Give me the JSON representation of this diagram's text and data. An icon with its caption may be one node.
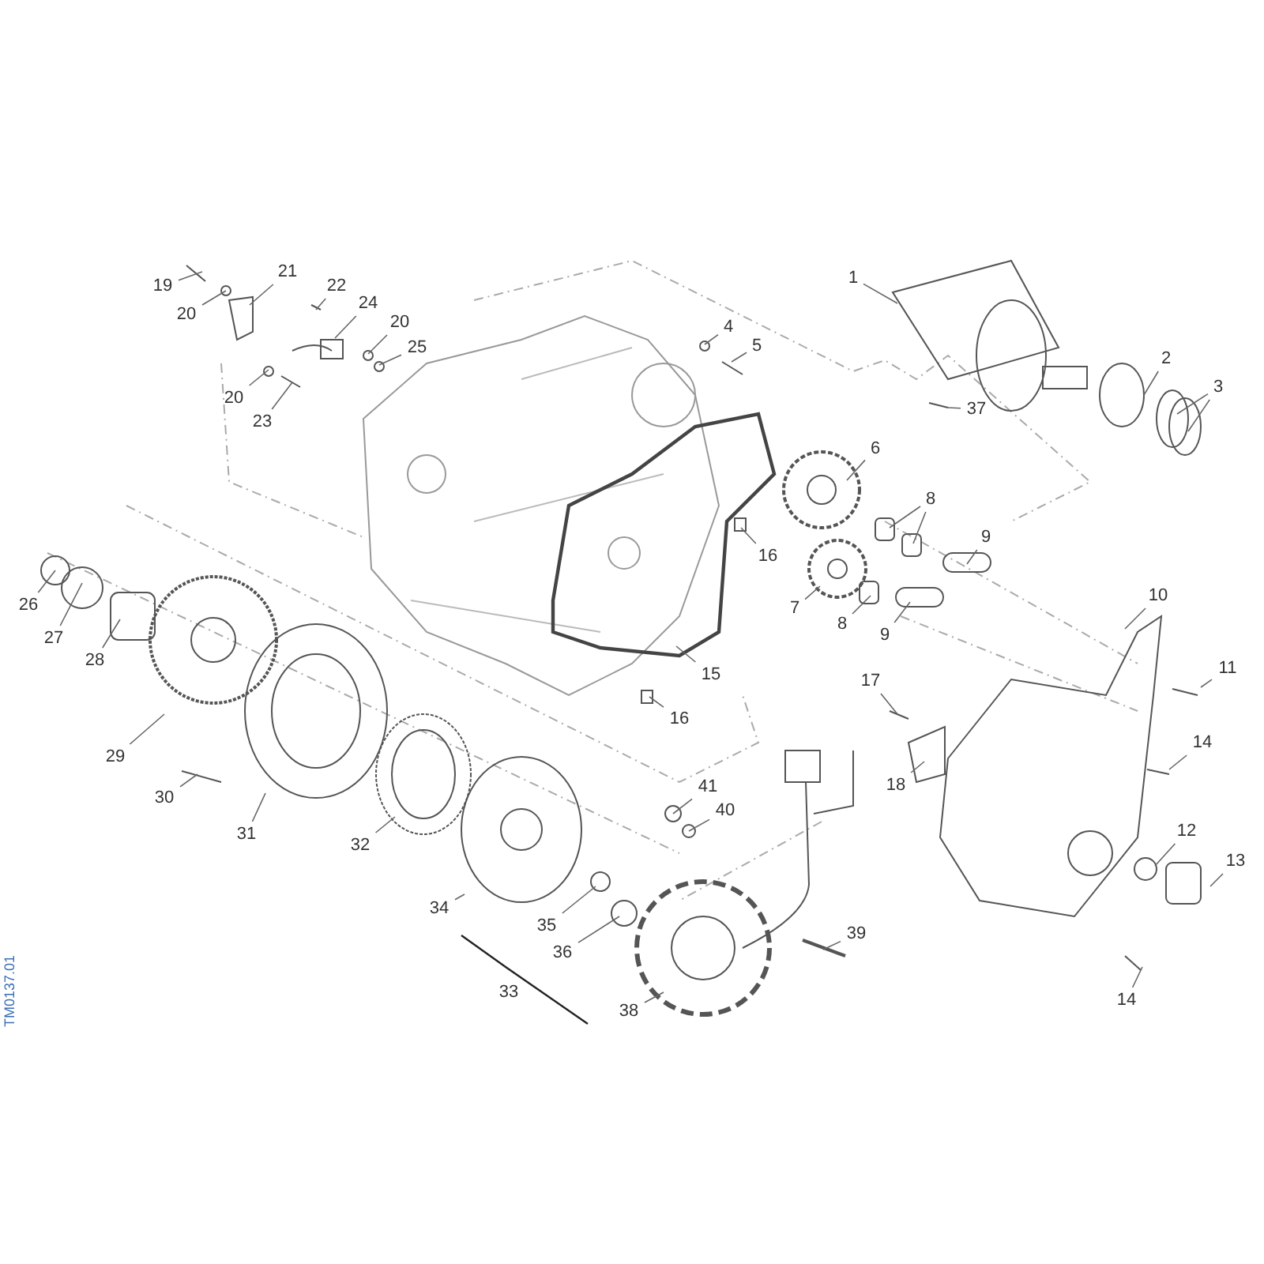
{
  "diagram": {
    "nodes": [
      {
        "text": [
          "1"
        ]
      },
      {
        "text": [
          "19"
        ]
      },
      {
        "text": [
          "21"
        ]
      },
      {
        "text": [
          "22"
        ]
      },
      {
        "text": [
          "24"
        ]
      },
      {
        "text": [
          "20"
        ]
      },
      {
        "text": [
          "4"
        ]
      },
      {
        "text": [
          "5"
        ]
      },
      {
        "text": [
          "20"
        ]
      },
      {
        "text": [
          "25"
        ]
      },
      {
        "text": [
          "20"
        ]
      },
      {
        "text": [
          "23"
        ]
      },
      {
        "text": [
          "2"
        ]
      },
      {
        "text": [
          "3"
        ]
      },
      {
        "text": [
          "37"
        ]
      },
      {
        "text": [
          "6"
        ]
      },
      {
        "text": [
          "8"
        ]
      },
      {
        "text": [
          "16"
        ]
      },
      {
        "text": [
          "9"
        ]
      },
      {
        "text": [
          "26"
        ]
      },
      {
        "text": [
          "27"
        ]
      },
      {
        "text": [
          "28"
        ]
      },
      {
        "text": [
          "7"
        ]
      },
      {
        "text": [
          "8"
        ]
      },
      {
        "text": [
          "9"
        ]
      },
      {
        "text": [
          "10"
        ]
      },
      {
        "text": [
          "15"
        ]
      },
      {
        "text": [
          "11"
        ]
      },
      {
        "text": [
          "16"
        ]
      },
      {
        "text": [
          "17"
        ]
      },
      {
        "text": [
          "29"
        ]
      },
      {
        "text": [
          "14"
        ]
      },
      {
        "text": [
          "18"
        ]
      },
      {
        "text": [
          "30"
        ]
      },
      {
        "text": [
          "41"
        ]
      },
      {
        "text": [
          "31"
        ]
      },
      {
        "text": [
          "40"
        ]
      },
      {
        "text": [
          "32"
        ]
      },
      {
        "text": [
          "12"
        ]
      },
      {
        "text": [
          "13"
        ]
      },
      {
        "text": [
          "34"
        ]
      },
      {
        "text": [
          "35"
        ]
      },
      {
        "text": [
          "36"
        ]
      },
      {
        "text": [
          "39"
        ]
      },
      {
        "text": [
          "33"
        ]
      },
      {
        "text": [
          "38"
        ]
      },
      {
        "text": [
          "14"
        ]
      }
    ],
    "edges": [
      {
        "from": 0,
        "to": null,
        "arrow": "none"
      },
      {
        "from": 1,
        "to": null,
        "arrow": "none"
      },
      {
        "from": 2,
        "to": null,
        "arrow": "none"
      },
      {
        "from": 3,
        "to": null,
        "arrow": "none"
      },
      {
        "from": 4,
        "to": null,
        "arrow": "none"
      },
      {
        "from": 5,
        "to": null,
        "arrow": "none"
      },
      {
        "from": 6,
        "to": null,
        "arrow": "none"
      },
      {
        "from": 7,
        "to": null,
        "arrow": "none"
      },
      {
        "from": 8,
        "to": null,
        "arrow": "none"
      },
      {
        "from": 9,
        "to": null,
        "arrow": "none"
      },
      {
        "from": 10,
        "to": null,
        "arrow": "none"
      },
      {
        "from": 11,
        "to": null,
        "arrow": "none"
      },
      {
        "from": 12,
        "to": null,
        "arrow": "none"
      },
      {
        "from": 13,
        "to": null,
        "arrow": "none"
      },
      {
        "from": 13,
        "to": null,
        "arrow": "none"
      },
      {
        "from": 14,
        "to": null,
        "arrow": "none"
      },
      {
        "from": 15,
        "to": null,
        "arrow": "none"
      },
      {
        "from": 16,
        "to": null,
        "arrow": "none"
      },
      {
        "from": 16,
        "to": null,
        "arrow": "none"
      },
      {
        "from": 17,
        "to": null,
        "arrow": "none"
      },
      {
        "from": 18,
        "to": null,
        "arrow": "none"
      },
      {
        "from": 19,
        "to": null,
        "arrow": "none"
      },
      {
        "from": 20,
        "to": null,
        "arrow": "none"
      },
      {
        "from": 21,
        "to": null,
        "arrow": "none"
      },
      {
        "from": 22,
        "to": null,
        "arrow": "none"
      },
      {
        "from": 23,
        "to": null,
        "arrow": "none"
      },
      {
        "from": 24,
        "to": null,
        "arrow": "none"
      },
      {
        "from": 25,
        "to": null,
        "arrow": "none"
      },
      {
        "from": 26,
        "to": null,
        "arrow": "none"
      },
      {
        "from": 27,
        "to": null,
        "arrow": "none"
      },
      {
        "from": 28,
        "to": null,
        "arrow": "none"
      },
      {
        "from": 29,
        "to": null,
        "arrow": "none"
      },
      {
        "from": 30,
        "to": null,
        "arrow": "none"
      },
      {
        "from": 31,
        "to": null,
        "arrow": "none"
      },
      {
        "from": 32,
        "to": null,
        "arrow": "none"
      },
      {
        "from": 33,
        "to": null,
        "arrow": "none"
      },
      {
        "from": 34,
        "to": null,
        "arrow": "none"
      },
      {
        "from": 35,
        "to": null,
        "arrow": "none"
      },
      {
        "from": 36,
        "to": null,
        "arrow": "none"
      },
      {
        "from": 37,
        "to": null,
        "arrow": "none"
      },
      {
        "from": 38,
        "to": null,
        "arrow": "none"
      },
      {
        "from": 39,
        "to": null,
        "arrow": "none"
      },
      {
        "from": 40,
        "to": null,
        "arrow": "none"
      },
      {
        "from": 41,
        "to": null,
        "arrow": "none"
      },
      {
        "from": 42,
        "to": null,
        "arrow": "none"
      },
      {
        "from": 43,
        "to": null,
        "arrow": "none"
      },
      {
        "from": 45,
        "to": null,
        "arrow": "none"
      },
      {
        "from": 46,
        "to": null,
        "arrow": "none"
      }
    ],
    "labels": [
      "TM0137.01"
    ]
  }
}
